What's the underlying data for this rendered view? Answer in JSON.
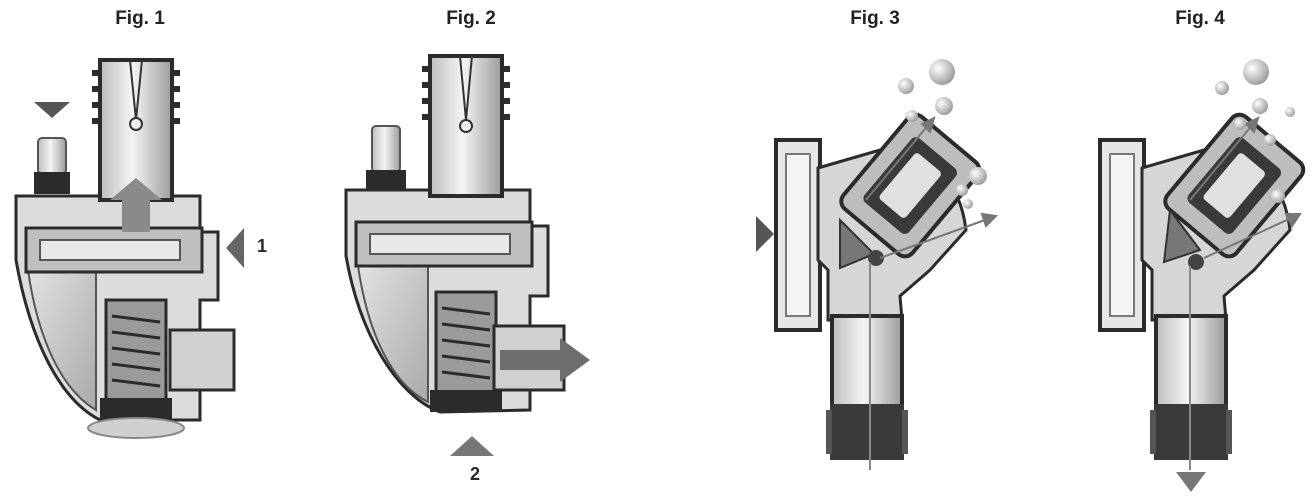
{
  "figures": [
    {
      "title": "Fig. 1",
      "callout": "1"
    },
    {
      "title": "Fig. 2",
      "callout": "2"
    },
    {
      "title": "Fig. 3"
    },
    {
      "title": "Fig. 4"
    }
  ],
  "colors": {
    "dark": "#2b2b2b",
    "mid": "#8a8a8a",
    "light": "#cfcfcf",
    "pale": "#e9e9e9",
    "arrow": "#6e6e6e"
  }
}
